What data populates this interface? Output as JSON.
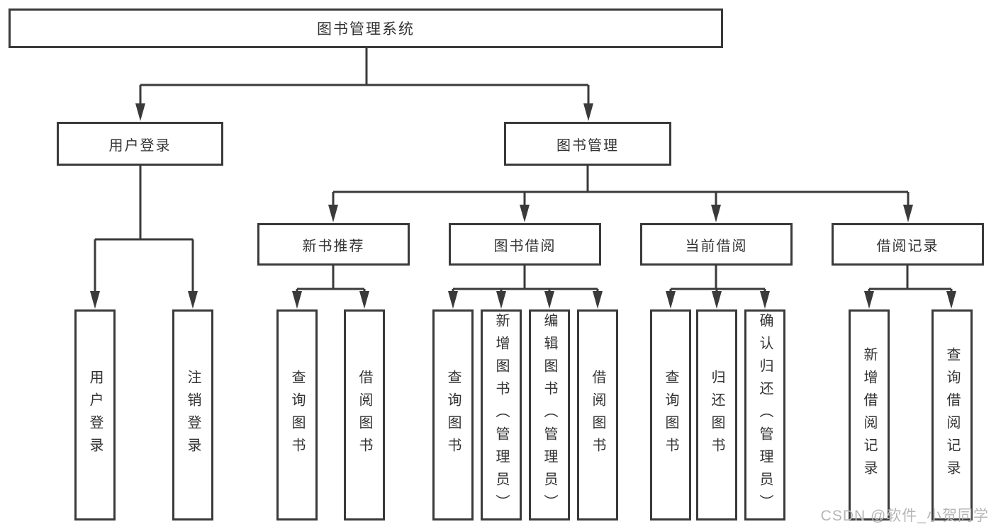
{
  "tree": {
    "root": {
      "label": "图书管理系统"
    },
    "children": [
      {
        "label": "用户登录",
        "children": [
          {
            "label": "用户登录"
          },
          {
            "label": "注销登录"
          }
        ]
      },
      {
        "label": "图书管理",
        "children": [
          {
            "label": "新书推荐",
            "children": [
              {
                "label": "查询图书"
              },
              {
                "label": "借阅图书"
              }
            ]
          },
          {
            "label": "图书借阅",
            "children": [
              {
                "label": "查询图书"
              },
              {
                "label": "新增图书（管理员）"
              },
              {
                "label": "编辑图书（管理员）"
              },
              {
                "label": "借阅图书"
              }
            ]
          },
          {
            "label": "当前借阅",
            "children": [
              {
                "label": "查询图书"
              },
              {
                "label": "归还图书"
              },
              {
                "label": "确认归还（管理员）"
              }
            ]
          },
          {
            "label": "借阅记录",
            "children": [
              {
                "label": "新增借阅记录"
              },
              {
                "label": "查询借阅记录"
              }
            ]
          }
        ]
      }
    ]
  },
  "watermark": "CSDN @软件_小贺同学",
  "colors": {
    "line": "#3a3a3a",
    "box_border": "#3a3a3a",
    "text": "#333333",
    "watermark": "#b5b5b5",
    "background": "#ffffff"
  }
}
